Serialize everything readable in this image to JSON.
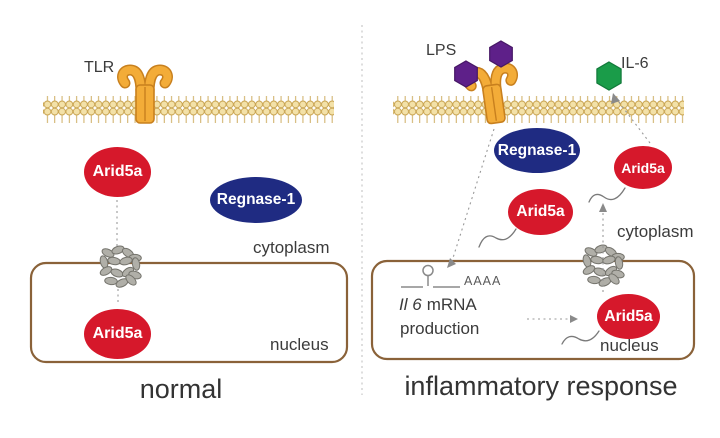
{
  "panels": {
    "left": {
      "caption": "normal",
      "receptor_label": "TLR",
      "cytoplasm_label": "cytoplasm",
      "nucleus_label": "nucleus",
      "arid5a_cytoplasm": "Arid5a",
      "regnase1": "Regnase-1",
      "arid5a_nucleus": "Arid5a"
    },
    "right": {
      "caption": "inflammatory response",
      "lps_label": "LPS",
      "il6_label": "IL-6",
      "cytoplasm_label": "cytoplasm",
      "nucleus_label": "nucleus",
      "regnase1": "Regnase-1",
      "arid5a_cytoplasm": "Arid5a",
      "arid5a_membrane": "Arid5a",
      "arid5a_nucleus": "Arid5a",
      "polya_tail": "AAAA",
      "mrna_gene_italic": "Il 6",
      "mrna_suffix": "mRNA",
      "production_label": "production"
    }
  },
  "colors": {
    "arid5a_red": "#d6182b",
    "regnase1_blue": "#1f2b82",
    "lps_purple": "#5e2089",
    "il6_green": "#1a9c49",
    "membrane_fill": "#f3e1a8",
    "membrane_outline": "#c9a451",
    "receptor_orange": "#f3ac38",
    "receptor_outline": "#c8801e",
    "nucleus_border_brown": "#8a6239",
    "pore_gray": "#b0afa8",
    "text_gray": "#3b3b3b"
  }
}
